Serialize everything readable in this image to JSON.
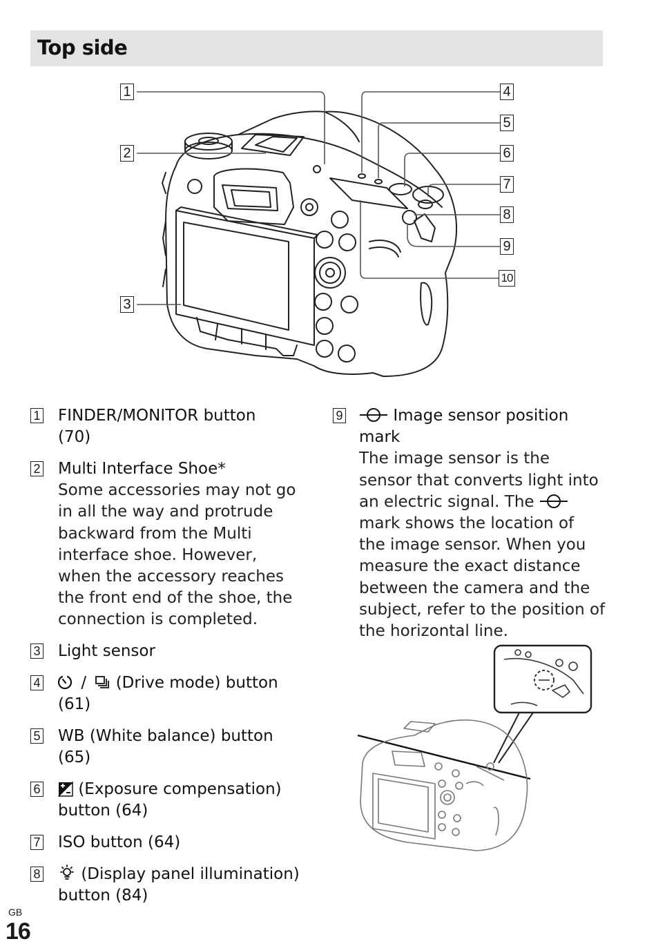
{
  "header": {
    "title": "Top side"
  },
  "callouts": [
    "1",
    "2",
    "3",
    "4",
    "5",
    "6",
    "7",
    "8",
    "9",
    "10"
  ],
  "items_left": [
    {
      "num": "1",
      "title": "FINDER/MONITOR button",
      "title2": "(70)"
    },
    {
      "num": "2",
      "title": "Multi Interface Shoe*",
      "desc": [
        "Some accessories may not go",
        "in all the way and protrude",
        "backward from the Multi",
        "interface shoe. However,",
        "when the accessory reaches",
        "the front end of the shoe, the",
        "connection is completed."
      ]
    },
    {
      "num": "3",
      "title": "Light sensor"
    },
    {
      "num": "4",
      "title": "(Drive mode) button",
      "title2": "(61)",
      "icon": "self-timer-icon / drive-continuous-icon"
    },
    {
      "num": "5",
      "title": "WB (White balance) button",
      "title2": "(65)"
    },
    {
      "num": "6",
      "title": "(Exposure compensation)",
      "title2": "button (64)",
      "icon": "exposure-compensation-icon"
    },
    {
      "num": "7",
      "title": "ISO button (64)"
    },
    {
      "num": "8",
      "title": "(Display panel illumination)",
      "title2": "button (84)",
      "icon": "light-bulb-icon"
    }
  ],
  "item9": {
    "num": "9",
    "title": "Image sensor position",
    "title2": "mark",
    "desc1": [
      "The image sensor is the",
      "sensor that converts light into"
    ],
    "desc_before_icon": "an electric signal. The",
    "desc2": [
      "mark shows the location of",
      "the image sensor. When you",
      "measure the exact distance",
      "between the camera and the",
      "subject, refer to the position of",
      "the horizontal line."
    ]
  },
  "footer": {
    "region": "GB",
    "page": "16"
  }
}
